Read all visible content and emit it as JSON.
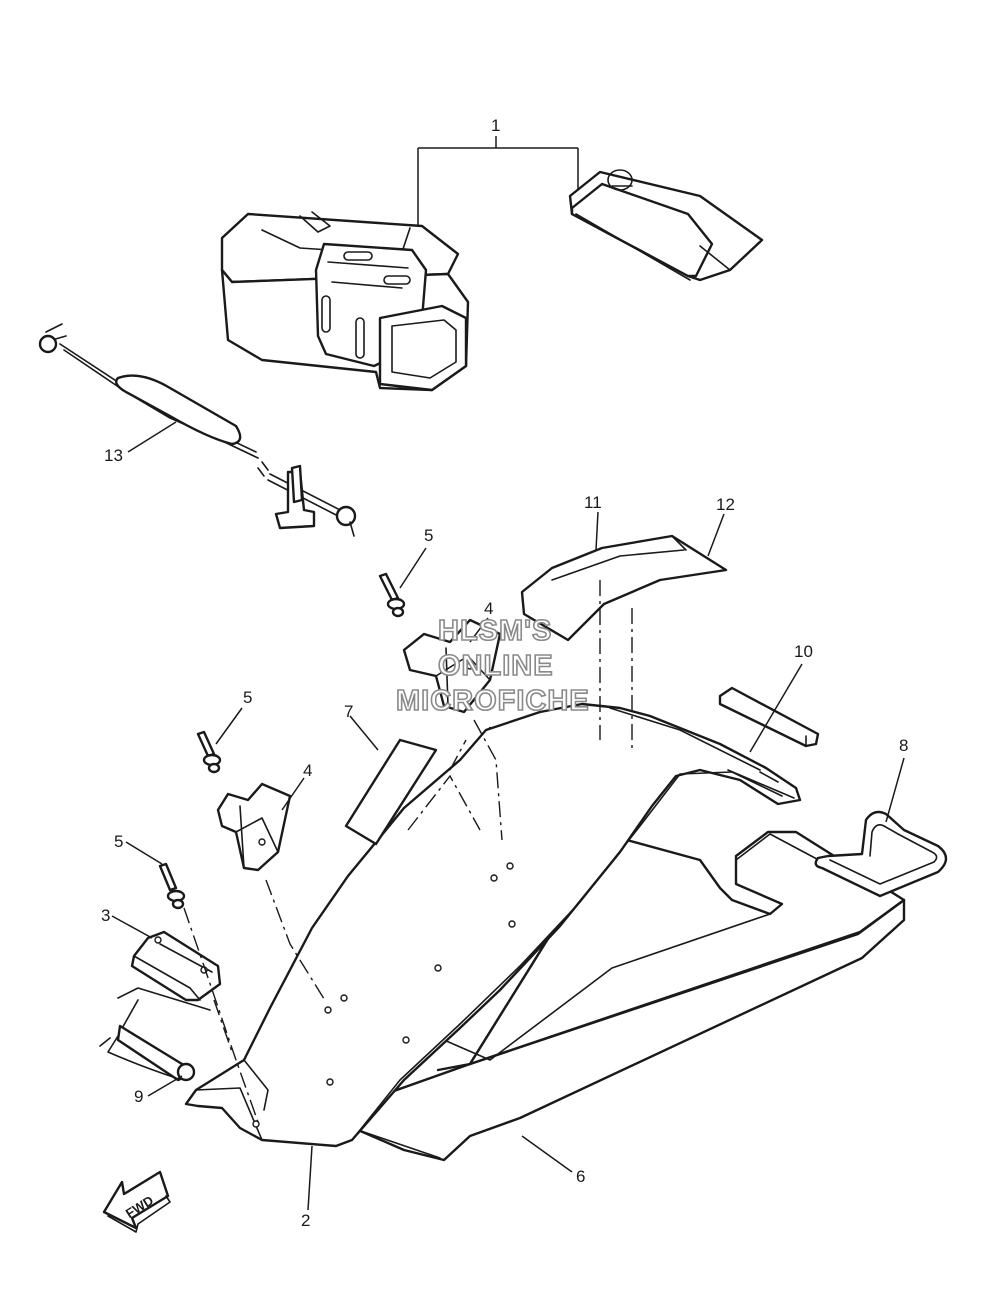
{
  "callouts": {
    "c1": "1",
    "c2": "2",
    "c3": "3",
    "c4a": "4",
    "c4b": "4",
    "c5a": "5",
    "c5b": "5",
    "c5c": "5",
    "c6": "6",
    "c7": "7",
    "c8": "8",
    "c9": "9",
    "c10": "10",
    "c11": "11",
    "c12": "12",
    "c13": "13"
  },
  "watermark": {
    "line1": "HLSM'S",
    "line2": "ONLINE",
    "line3": "MICROFICHE"
  },
  "direction": {
    "label": "FWD"
  }
}
